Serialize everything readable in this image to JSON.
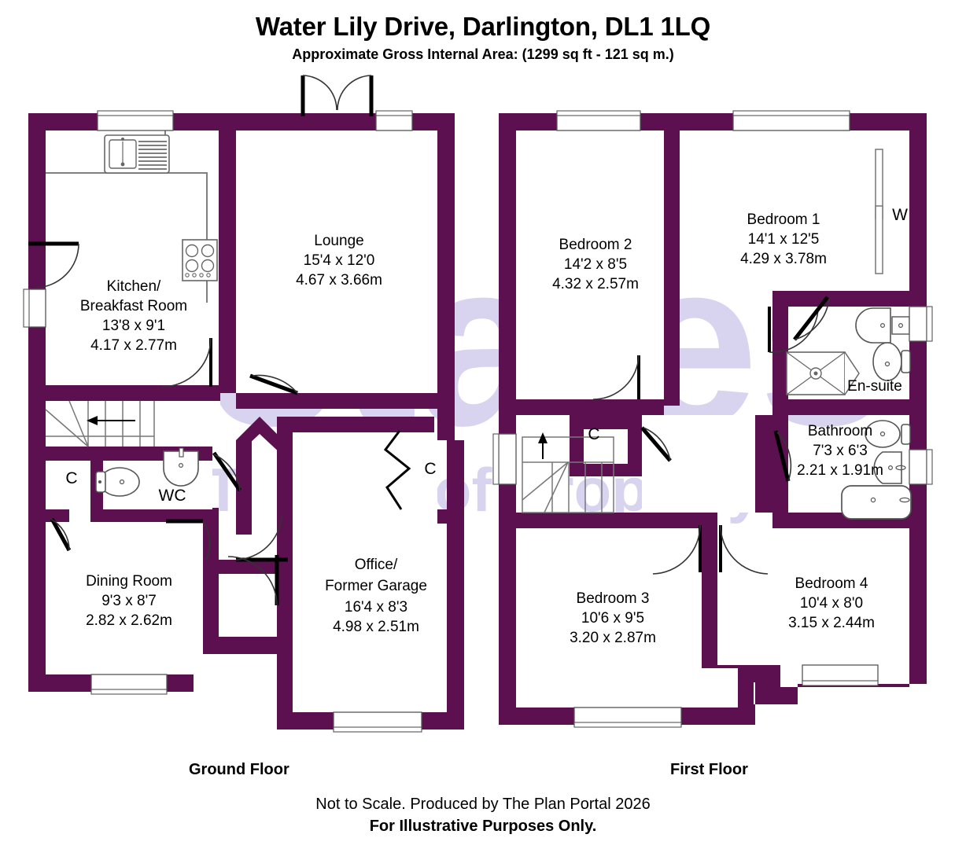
{
  "header": {
    "title": "Water Lily Drive, Darlington, DL1 1LQ",
    "subtitle": "Approximate Gross Internal Area: (1299 sq ft - 121 sq m.)"
  },
  "footer": {
    "ground_floor_caption": "Ground Floor",
    "first_floor_caption": "First Floor",
    "disclaimer_1": "Not to Scale. Produced by The Plan Portal 2026",
    "disclaimer_2": "For Illustrative Purposes Only."
  },
  "watermark": {
    "line_1": "estates",
    "line_2": "The Art of Property",
    "color": "#d8d3ee"
  },
  "colors": {
    "wall": "#5c1050",
    "wall_outline": "#5c1050",
    "fixture_stroke": "#555555",
    "door_stroke": "#000000",
    "window_fill": "#ffffff",
    "background": "#ffffff",
    "text": "#000000"
  },
  "ground_floor": {
    "label": "Ground Floor",
    "rooms": [
      {
        "name": "Kitchen/ Breakfast Room",
        "name_line_1": "Kitchen/",
        "name_line_2": "Breakfast Room",
        "dims_imperial": "13'8 x 9'1",
        "dims_metric": "4.17 x 2.77m"
      },
      {
        "name": "Lounge",
        "name_line_1": "Lounge",
        "name_line_2": "",
        "dims_imperial": "15'4 x 12'0",
        "dims_metric": "4.67 x 3.66m"
      },
      {
        "name": "Dining Room",
        "name_line_1": "Dining Room",
        "name_line_2": "",
        "dims_imperial": "9'3 x 8'7",
        "dims_metric": "2.82 x 2.62m"
      },
      {
        "name": "Office/ Former Garage",
        "name_line_1": "Office/",
        "name_line_2": "Former Garage",
        "dims_imperial": "16'4 x 8'3",
        "dims_metric": "4.98 x 2.51m"
      }
    ],
    "small_labels": [
      {
        "text": "WC",
        "kind": "wc"
      },
      {
        "text": "C",
        "kind": "cupboard-left"
      },
      {
        "text": "C",
        "kind": "cupboard-right"
      }
    ],
    "fixtures": [
      "sink",
      "drainer",
      "hob",
      "toilet",
      "basin",
      "staircase"
    ]
  },
  "first_floor": {
    "label": "First Floor",
    "rooms": [
      {
        "name": "Bedroom 2",
        "name_line_1": "Bedroom 2",
        "name_line_2": "",
        "dims_imperial": "14'2 x 8'5",
        "dims_metric": "4.32 x 2.57m"
      },
      {
        "name": "Bedroom 1",
        "name_line_1": "Bedroom 1",
        "name_line_2": "",
        "dims_imperial": "14'1 x 12'5",
        "dims_metric": "4.29 x 3.78m"
      },
      {
        "name": "Bathroom",
        "name_line_1": "Bathroom",
        "name_line_2": "",
        "dims_imperial": "7'3 x 6'3",
        "dims_metric": "2.21 x 1.91m"
      },
      {
        "name": "Bedroom 3",
        "name_line_1": "Bedroom 3",
        "name_line_2": "",
        "dims_imperial": "10'6 x 9'5",
        "dims_metric": "3.20 x 2.87m"
      },
      {
        "name": "Bedroom 4",
        "name_line_1": "Bedroom 4",
        "name_line_2": "",
        "dims_imperial": "10'4 x 8'0",
        "dims_metric": "3.15 x 2.44m"
      }
    ],
    "small_labels": [
      {
        "text": "En-suite",
        "kind": "ensuite"
      },
      {
        "text": "W",
        "kind": "wardrobe"
      },
      {
        "text": "C",
        "kind": "cupboard"
      }
    ],
    "fixtures": [
      "shower",
      "toilet",
      "basin",
      "bath",
      "staircase",
      "wardrobe"
    ]
  }
}
